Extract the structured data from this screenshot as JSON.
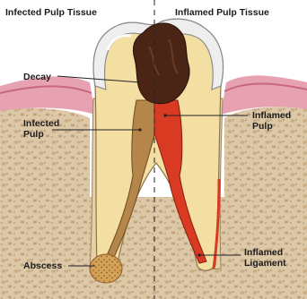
{
  "headings": {
    "left": "Infected Pulp Tissue",
    "right": "Inflamed Pulp Tissue"
  },
  "labels": {
    "decay": "Decay",
    "infected_pulp_line1": "Infected",
    "infected_pulp_line2": "Pulp",
    "inflamed_pulp_line1": "Inflamed",
    "inflamed_pulp_line2": "Pulp",
    "abscess": "Abscess",
    "inflamed_ligament_line1": "Inflamed",
    "inflamed_ligament_line2": "Ligament"
  },
  "colors": {
    "enamel": "#eeeeee",
    "dentin": "#f3dfa2",
    "decay": "#4a2414",
    "infected_pulp": "#b5864a",
    "inflamed_pulp": "#d93a22",
    "gum": "#e7a2b2",
    "bone": "#d9c3a3",
    "leader_line": "#222222"
  }
}
